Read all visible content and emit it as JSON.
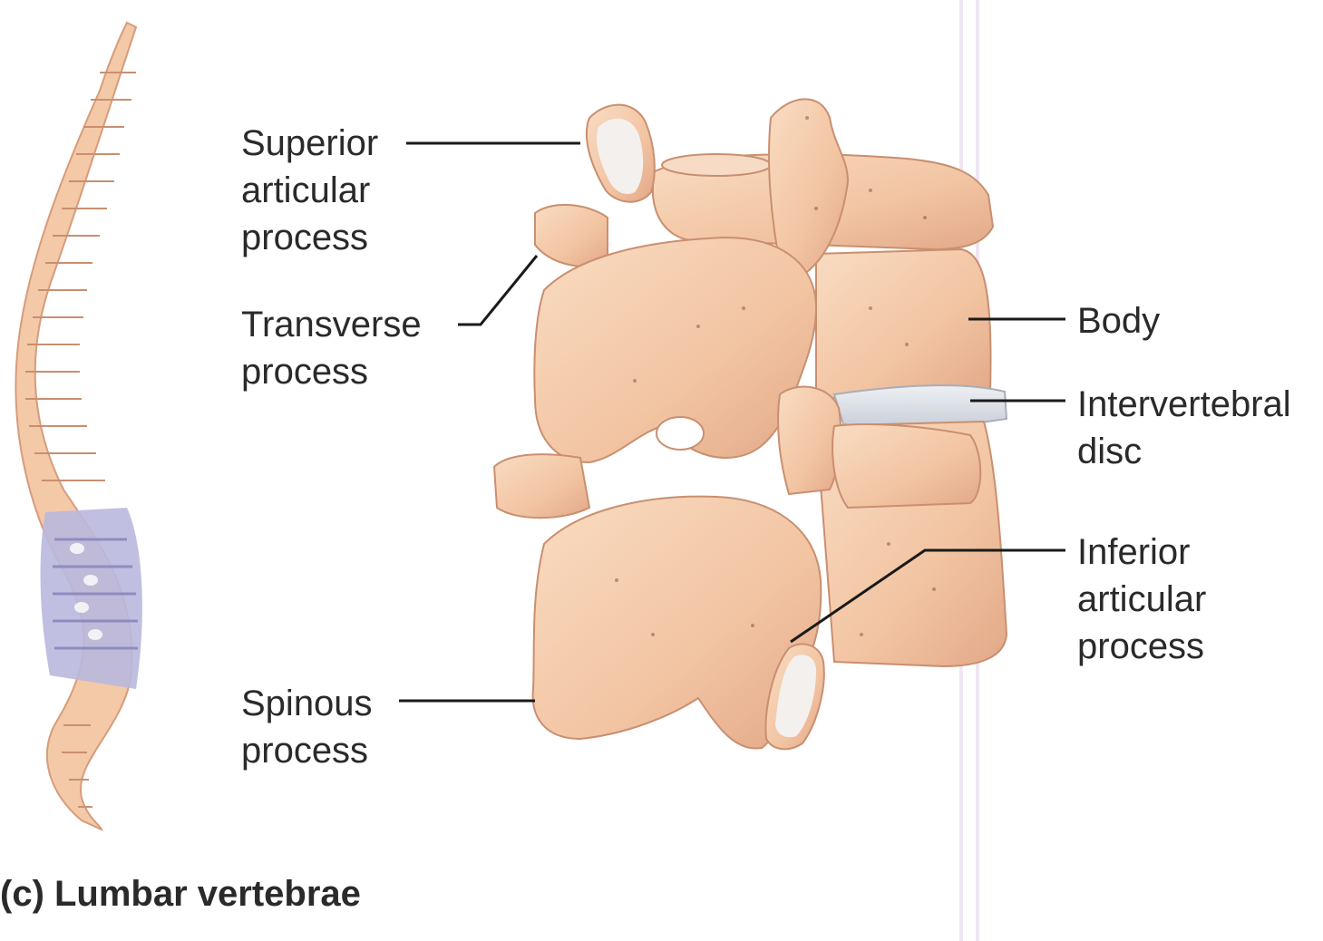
{
  "labels": {
    "superior_articular_process": [
      "Superior",
      "articular",
      "process"
    ],
    "transverse_process": [
      "Transverse",
      "process"
    ],
    "spinous_process": [
      "Spinous",
      "process"
    ],
    "body": [
      "Body"
    ],
    "intervertebral_disc": [
      "Intervertebral",
      "disc"
    ],
    "inferior_articular_process": [
      "Inferior",
      "articular",
      "process"
    ]
  },
  "caption": "(c) Lumbar vertebrae",
  "colors": {
    "bone": "#f4c9a8",
    "bone_shadow": "#dba181",
    "bone_outline": "#c98f70",
    "lumbar_highlight": "#b9b8de",
    "disc": "#dfe3ea",
    "leader_line": "#1a1a1a",
    "page_rule": "#ece4f2"
  }
}
